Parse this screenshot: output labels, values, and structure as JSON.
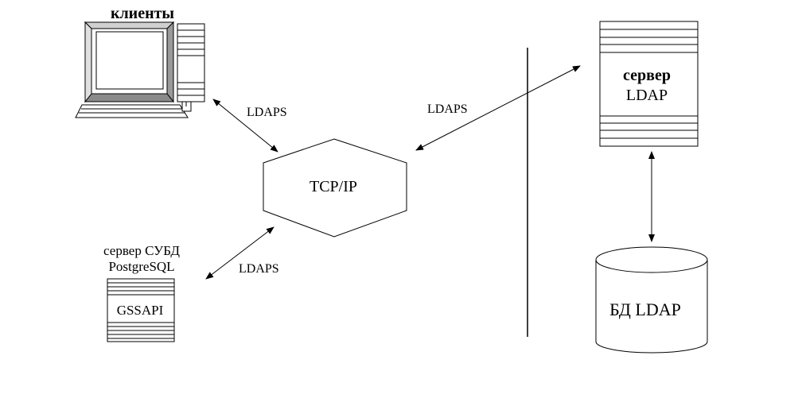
{
  "labels": {
    "clients": "клиенты",
    "tcpip": "TCP/IP",
    "ldaps_clients": "LDAPS",
    "ldaps_server": "LDAPS",
    "ldaps_dbms": "LDAPS",
    "server_bold": "сервер",
    "server_ldap": "LDAP",
    "dbms_line1": "сервер СУБД",
    "dbms_line2": "PostgreSQL",
    "gssapi": "GSSAPI",
    "db_ldap": "БД LDAP"
  }
}
